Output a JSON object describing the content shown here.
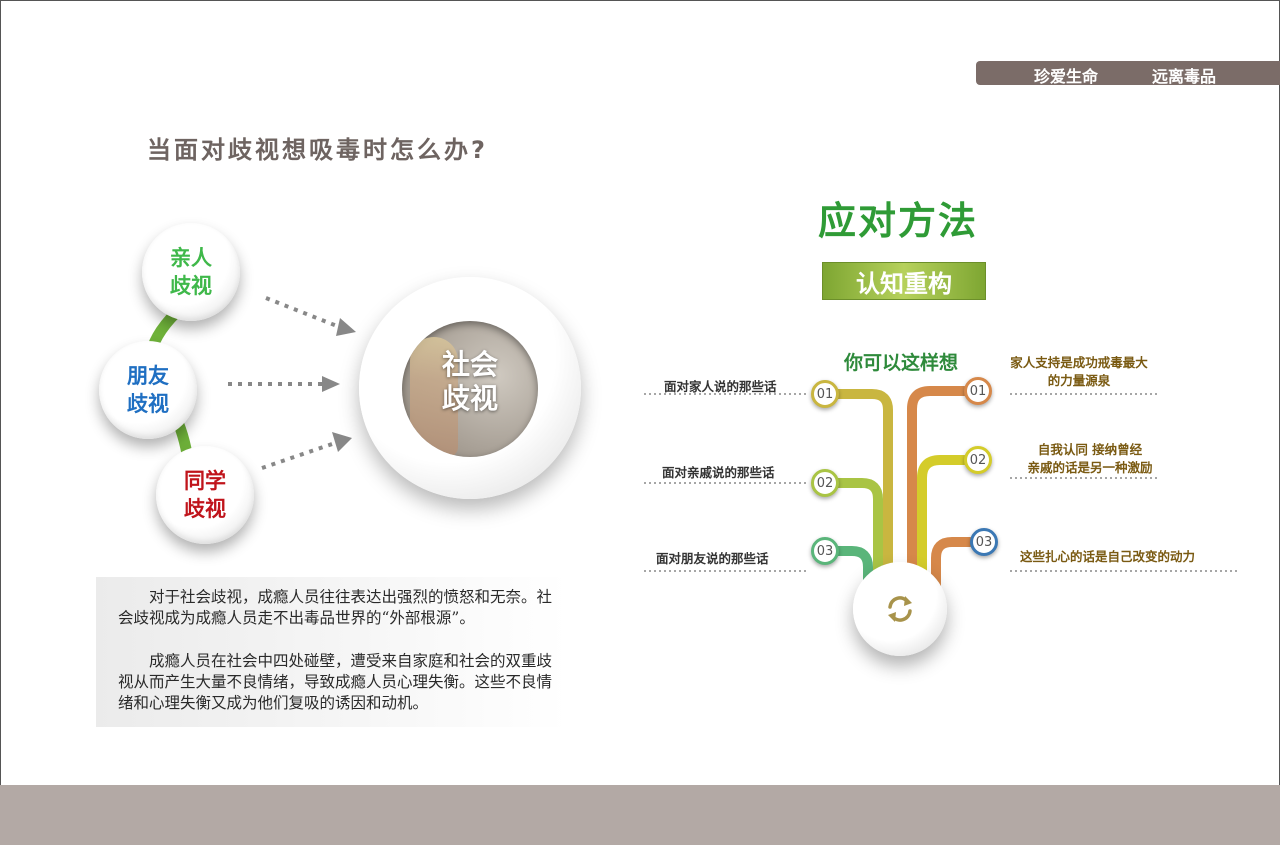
{
  "header": {
    "tag1": "珍爱生命",
    "tag2": "远离毒品"
  },
  "title": "当面对歧视想吸毒时怎么办?",
  "left": {
    "bubbles": [
      {
        "label": "亲人\n歧视",
        "color": "#3fb84a"
      },
      {
        "label": "朋友\n歧视",
        "color": "#1f6fc2"
      },
      {
        "label": "同学\n歧视",
        "color": "#c0141b"
      }
    ],
    "center_label": "社会\n歧视"
  },
  "text": {
    "para1": "对于社会歧视，成瘾人员往往表达出强烈的愤怒和无奈。社会歧视成为成瘾人员走不出毒品世界的“外部根源”。",
    "para2": "成瘾人员在社会中四处碰壁，遭受来自家庭和社会的双重歧视从而产生大量不良情绪，导致成瘾人员心理失衡。这些不良情绪和心理失衡又成为他们复吸的诱因和动机。"
  },
  "right": {
    "title": "应对方法",
    "subtitle": "认知重构",
    "subtitle2": "你可以这样想",
    "left_items": [
      {
        "num": "01",
        "label": "面对家人说的那些话",
        "color": "#c9b640"
      },
      {
        "num": "02",
        "label": "面对亲戚说的那些话",
        "color": "#a9c444"
      },
      {
        "num": "03",
        "label": "面对朋友说的那些话",
        "color": "#5ab57a"
      }
    ],
    "right_items": [
      {
        "num": "01",
        "label": "家人支持是成功戒毒最大\n的力量源泉",
        "color": "#d6884a"
      },
      {
        "num": "02",
        "label": "自我认同  接纳曾经\n亲戚的话是另一种激励",
        "color": "#d4cc2a"
      },
      {
        "num": "03",
        "label": "这些扎心的话是自己改变的动力",
        "color": "#3b78b4"
      }
    ]
  }
}
